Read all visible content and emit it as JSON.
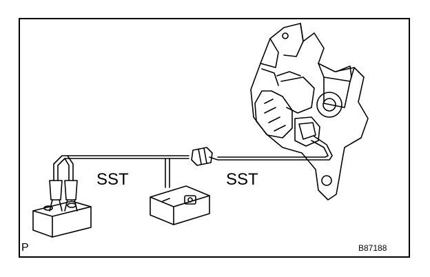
{
  "labels": {
    "sst_left": "SST",
    "sst_right": "SST",
    "corner": "P",
    "figure_id": "B87188"
  },
  "colors": {
    "line": "#000000",
    "background": "#ffffff"
  }
}
